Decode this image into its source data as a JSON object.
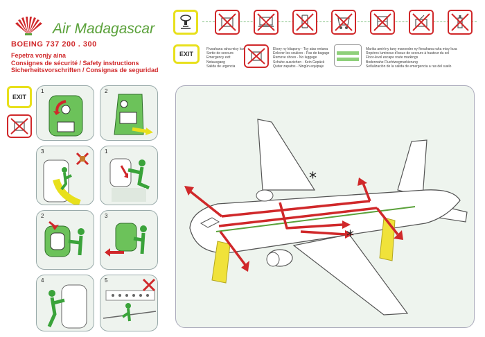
{
  "brand": {
    "name": "Air Madagascar",
    "model": "BOEING  737  200  . 300",
    "colors": {
      "green": "#5aa13a",
      "red": "#d0282a",
      "yellow": "#e8e01c"
    }
  },
  "titles": [
    "Fepetra vonjy aina",
    "Consignes de sécurité / Safety instructions",
    "Sicherheitsvorschriften / Consignas de seguridad"
  ],
  "exit_label": "EXIT",
  "legend": {
    "exit_text": [
      "Fivoahana raha misy loza",
      "Sortie de secours",
      "Emergency exit",
      "Notausgang",
      "Salida de urgencia"
    ],
    "nobag_text": [
      "Ekory ny kitapony - Tsy atao entana",
      "Enlever les souliers - Pas de bagage",
      "Remove shoes - No luggage",
      "Schuhe ausziehen - Kein Gepäck",
      "Quitar zapatos - Ningún equipaje"
    ],
    "floor_text": [
      "Marika amin'ny tany manondro ny fivoahana raha misy loza",
      "Repères lumineux d'issue de secours à hauteur du sol",
      "Floor-level escape route markings",
      "Bodennahe Fluchtwegmarkierung",
      "Señalización de la salida de emergencia a ras del suelo"
    ]
  },
  "steps": [
    "1",
    "2",
    "3",
    "1",
    "2",
    "3",
    "4",
    "5"
  ],
  "prohibited_icons": [
    "no-smoking-lavatory-icon",
    "no-laptop-icon",
    "no-phone-icon",
    "no-cart-icon",
    "no-trolley-icon",
    "no-radio-icon",
    "no-bottle-icon"
  ]
}
